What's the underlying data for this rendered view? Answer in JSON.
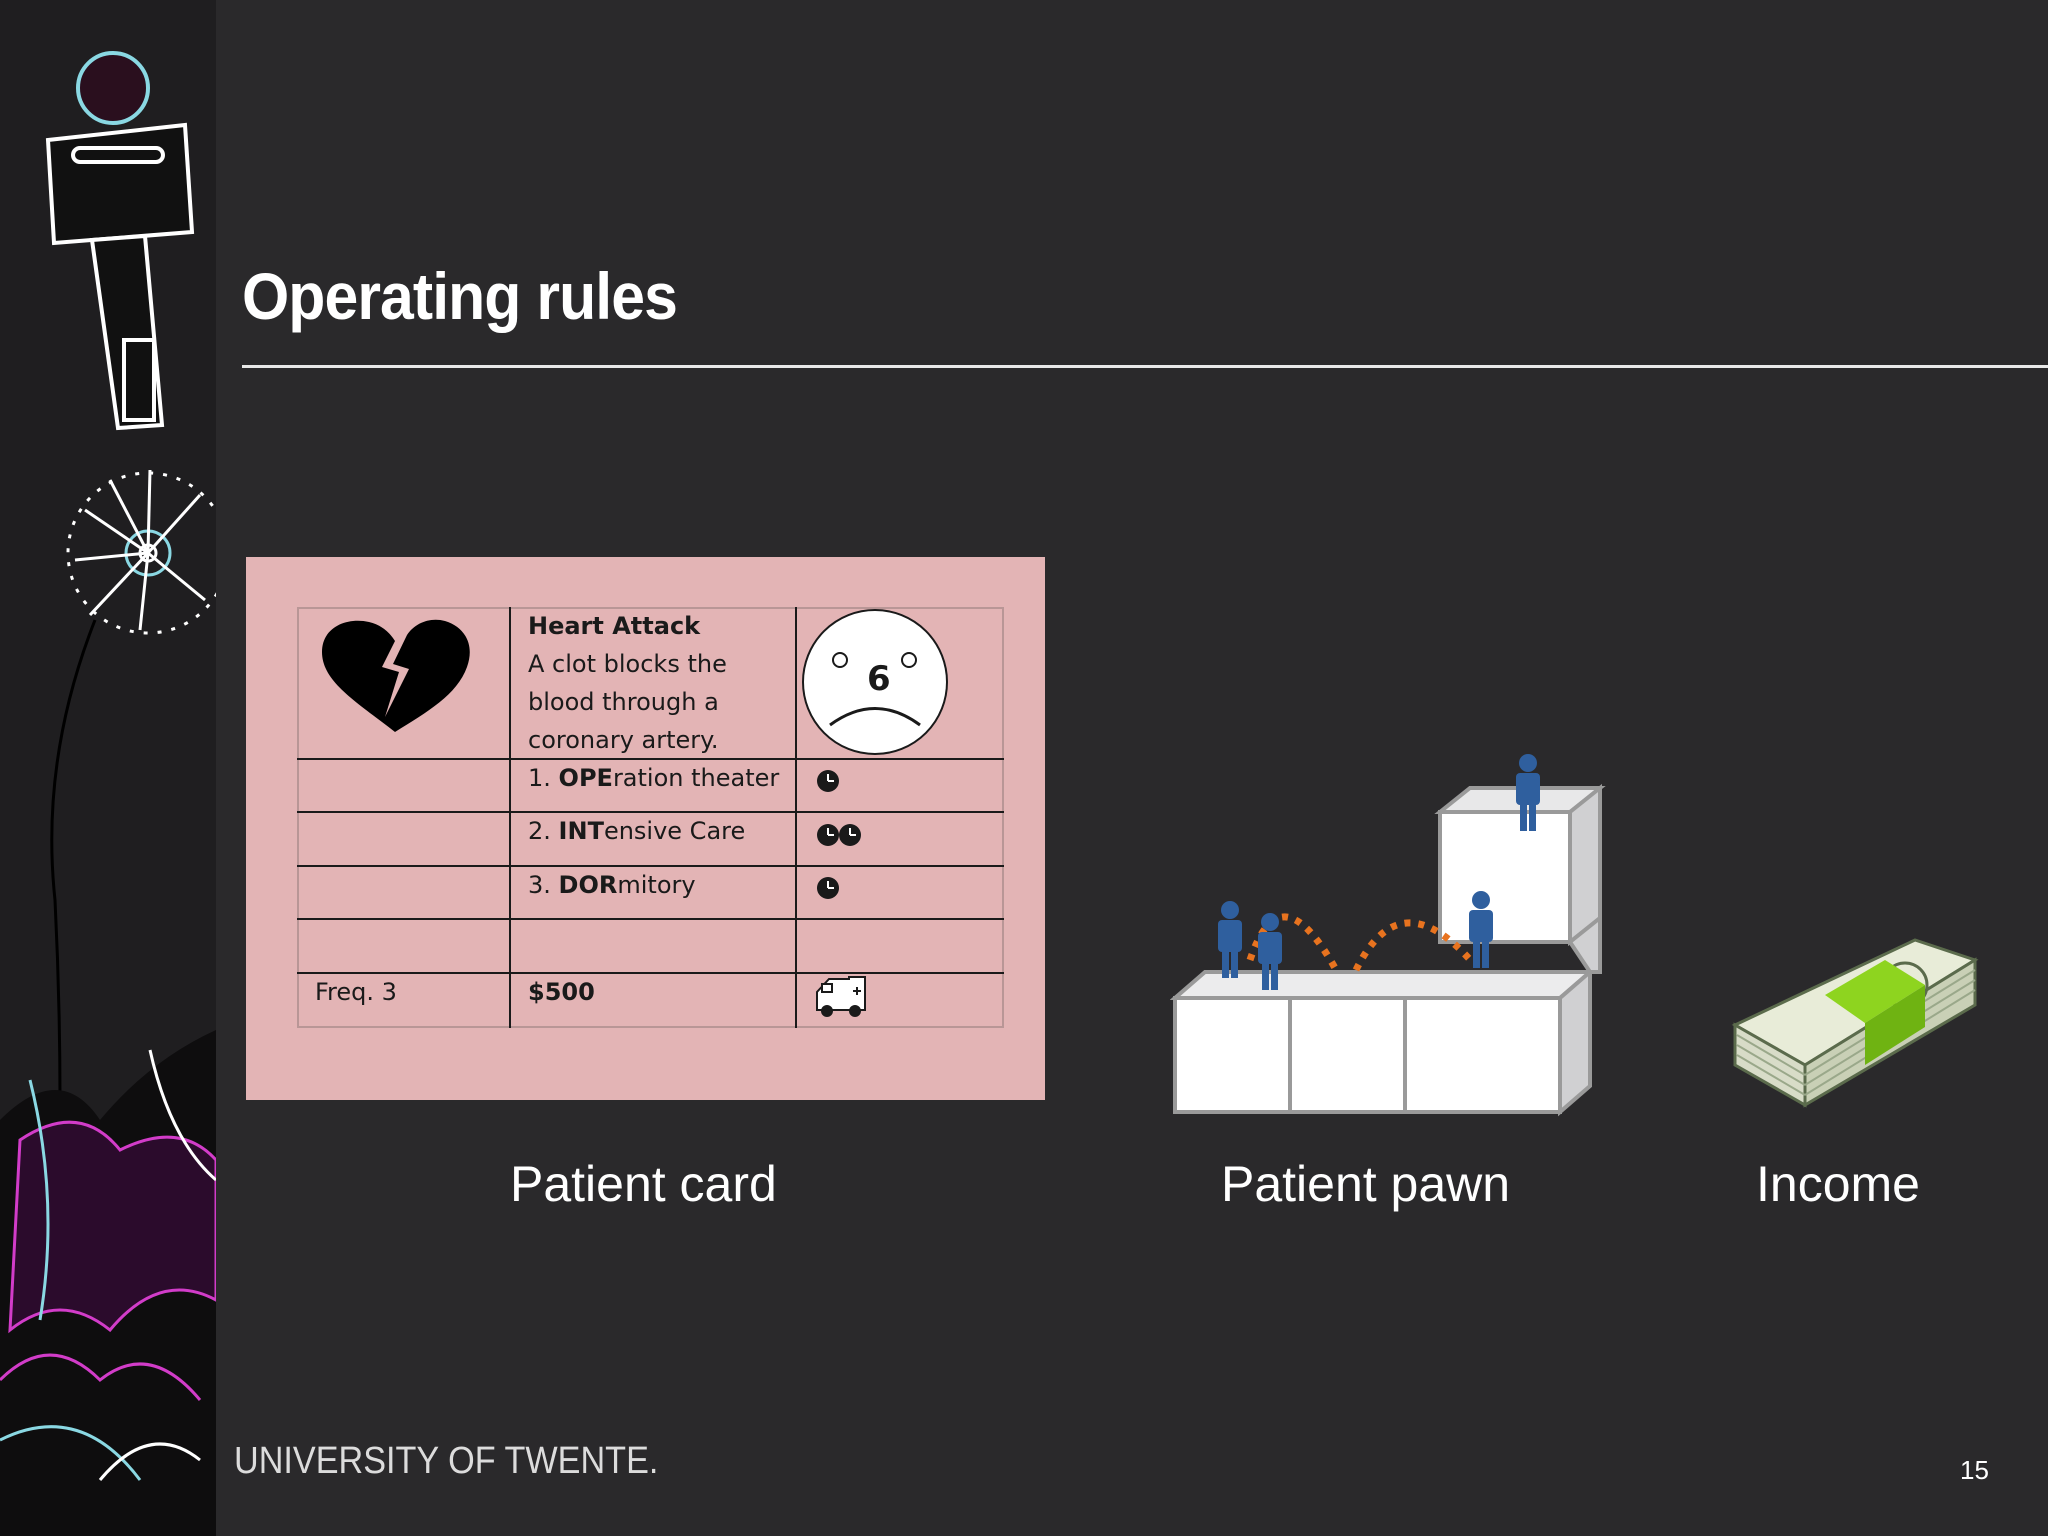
{
  "slide": {
    "title": "Operating rules",
    "page_number": "15",
    "footer_logo": "UNIVERSITY OF TWENTE."
  },
  "patient_card": {
    "disease_title": "Heart Attack",
    "description_lines": [
      "A clot blocks the",
      "blood through a",
      "coronary artery."
    ],
    "severity": "6",
    "steps": [
      {
        "number": "1.",
        "bold": "OPE",
        "rest": "ration theater",
        "time_units": 1
      },
      {
        "number": "2.",
        "bold": "INT",
        "rest": "ensive Care",
        "time_units": 2
      },
      {
        "number": "3.",
        "bold": "DOR",
        "rest": "mitory",
        "time_units": 1
      }
    ],
    "frequency": "Freq. 3",
    "income": "$500",
    "icons": {
      "disease": "broken-heart-icon",
      "severity": "sad-face-icon",
      "time": "clock-icon",
      "transport": "ambulance-icon"
    },
    "background_color": "#e3b4b5"
  },
  "captions": {
    "card": "Patient card",
    "pawn": "Patient pawn",
    "income": "Income"
  },
  "colors": {
    "background": "#2a292b",
    "pawn_blue": "#2f5f9e",
    "path_orange": "#e8731f"
  }
}
